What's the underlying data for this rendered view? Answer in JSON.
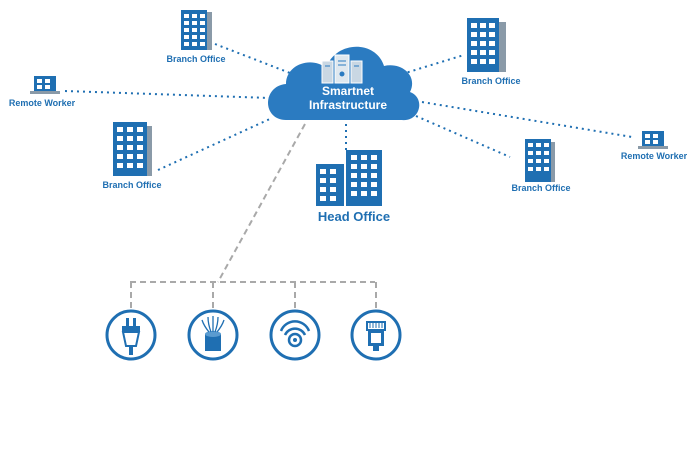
{
  "cloud": {
    "line1": "Smartnet",
    "line2": "Infrastructure"
  },
  "nodes": {
    "branch_top_left": "Branch Office",
    "branch_top_right": "Branch Office",
    "remote_left": "Remote Worker",
    "branch_mid_left": "Branch Office",
    "head_office": "Head Office",
    "branch_mid_right": "Branch Office",
    "remote_right": "Remote Worker"
  },
  "icons": [
    "power-plug-icon",
    "fiber-optic-icon",
    "wifi-icon",
    "ethernet-icon"
  ],
  "colors": {
    "primary": "#1f6fb2",
    "building_dark": "#1f6fb2",
    "building_shadow": "#8a9aa8",
    "cloud": "#2b7bc1",
    "connector": "#1f6fb2",
    "tree": "#a9a9a9"
  }
}
